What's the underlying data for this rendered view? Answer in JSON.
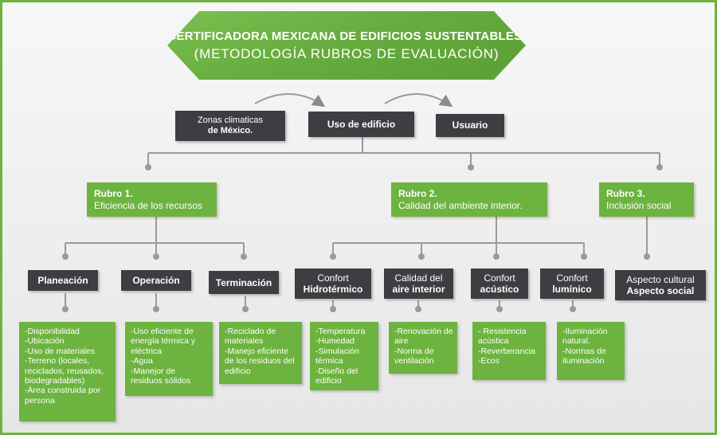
{
  "title": {
    "line1": "CERTIFICADORA MEXICANA DE EDIFICIOS SUSTENTABLES.",
    "line2": "(METODOLOGÍA RUBROS DE EVALUACIÓN)"
  },
  "top": {
    "zonas_line1": "Zonas climaticas",
    "zonas_line2": "de México.",
    "uso": "Uso de edificio",
    "usuario": "Usuario"
  },
  "rubros": [
    {
      "label": "Rubro 1.",
      "desc": "Eficiencia de los recursos"
    },
    {
      "label": "Rubro 2.",
      "desc": "Calidad del ambiente interior."
    },
    {
      "label": "Rubro 3.",
      "desc": "Inclusión social"
    }
  ],
  "subs": {
    "planeacion": "Planeación",
    "operacion": "Operación",
    "terminacion": "Terminación",
    "hidro_l1": "Confort",
    "hidro_l2": "Hidrotérmico",
    "aire_l1": "Calidad del",
    "aire_l2": "aire interior",
    "acustico_l1": "Confort",
    "acustico_l2": "acústico",
    "luminico_l1": "Confort",
    "luminico_l2": "lumínico",
    "social_l1": "Aspecto cultural",
    "social_l2": "Aspecto social"
  },
  "details": {
    "planeacion": [
      "-Disponibilidad",
      "-Ubicación",
      "-Uso de materiales",
      "-Terreno (locales, reciclados, reusados, biodegradables)",
      "-Área construida por persona"
    ],
    "operacion": [
      "-Uso eficiente de energía térmica y eléctrica",
      "-Agua",
      "-Manejor de residuos sólidos"
    ],
    "terminacion": [
      "-Reciclado de materiales",
      "-Manejo eficiente de los residuos del edificio"
    ],
    "hidro": [
      "-Temperatura",
      "-Humedad",
      "-Simulación térmica",
      "-Diseño del edificio"
    ],
    "aire": [
      "-Renovación de aire",
      "-Norma de ventilación"
    ],
    "acustico": [
      "- Resistencia acústica",
      "-Reverberancia",
      "-Ecos"
    ],
    "luminico": [
      "-Iluminación natural.",
      "-Normas de iluminación"
    ]
  },
  "colors": {
    "green": "#6db33f",
    "dark": "#3c3e42",
    "connector": "#9a9a9a"
  }
}
